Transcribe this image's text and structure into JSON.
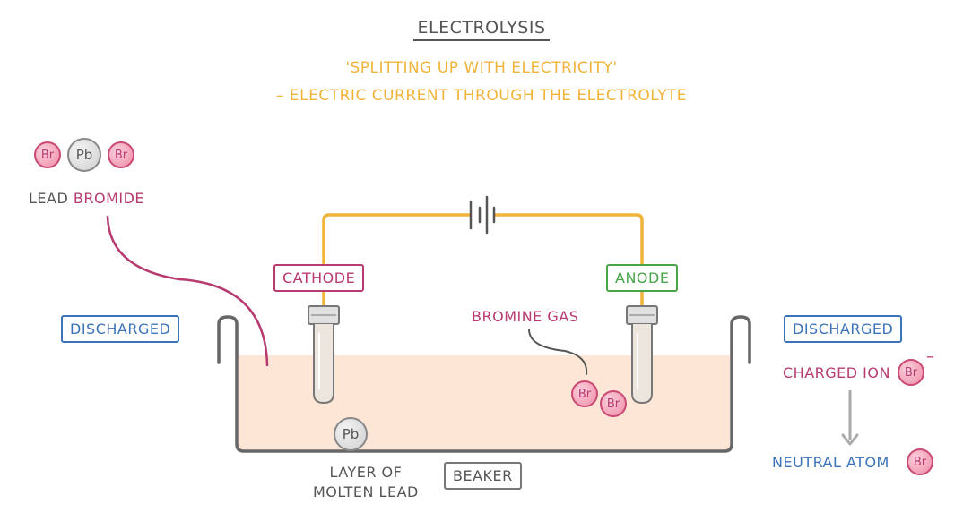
{
  "title": "ELECTROLYSIS",
  "subtitle_1": "'SPLITTING UP WITH ELECTRICITY'",
  "subtitle_2": "– ELECTRIC CURRENT THROUGH THE ELECTROLYTE",
  "lead_bromide": {
    "lead_word": "LEAD",
    "bromide_word": "BROMIDE",
    "atoms": [
      "Br",
      "Pb",
      "Br"
    ]
  },
  "labels": {
    "cathode": "CATHODE",
    "anode": "ANODE",
    "discharged_left": "DISCHARGED",
    "discharged_right": "DISCHARGED",
    "bromine_gas": "BROMINE GAS",
    "layer_line1": "LAYER OF",
    "layer_line2": "MOLTEN LEAD",
    "beaker": "BEAKER",
    "charged_ion": "CHARGED ION",
    "neutral_atom": "NEUTRAL ATOM",
    "minus": "–"
  },
  "atoms": {
    "br": "Br",
    "pb": "Pb"
  },
  "colors": {
    "wire": "#f0b43a",
    "electrolyte": "#fde6d6",
    "beaker": "#666666",
    "cathode": "#b73a70",
    "anode": "#4aa44a",
    "discharged": "#3b73b9",
    "subtitle": "#f0b43a"
  }
}
